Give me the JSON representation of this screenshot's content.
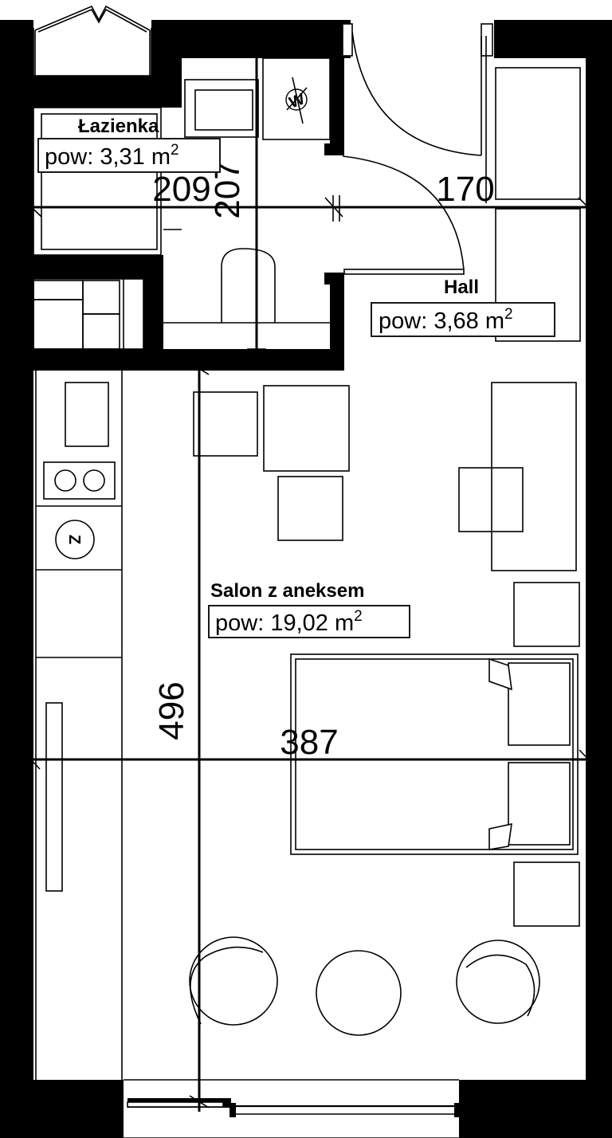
{
  "rooms": {
    "bathroom": {
      "name": "Łazienka",
      "area_prefix": "pow: 3,31 m",
      "area_sup": "2"
    },
    "hall": {
      "name": "Hall",
      "area_prefix": "pow: 3,68 m",
      "area_sup": "2"
    },
    "living": {
      "name": "Salon z aneksem",
      "area_prefix": "pow: 19,02 m",
      "area_sup": "2"
    }
  },
  "dimensions": {
    "bathroom_width": "209",
    "bathroom_depth": "207",
    "hall_width": "170",
    "living_depth": "496",
    "living_width": "387"
  },
  "fixtures": {
    "washer_label": "W",
    "fridge_label": "Z"
  }
}
